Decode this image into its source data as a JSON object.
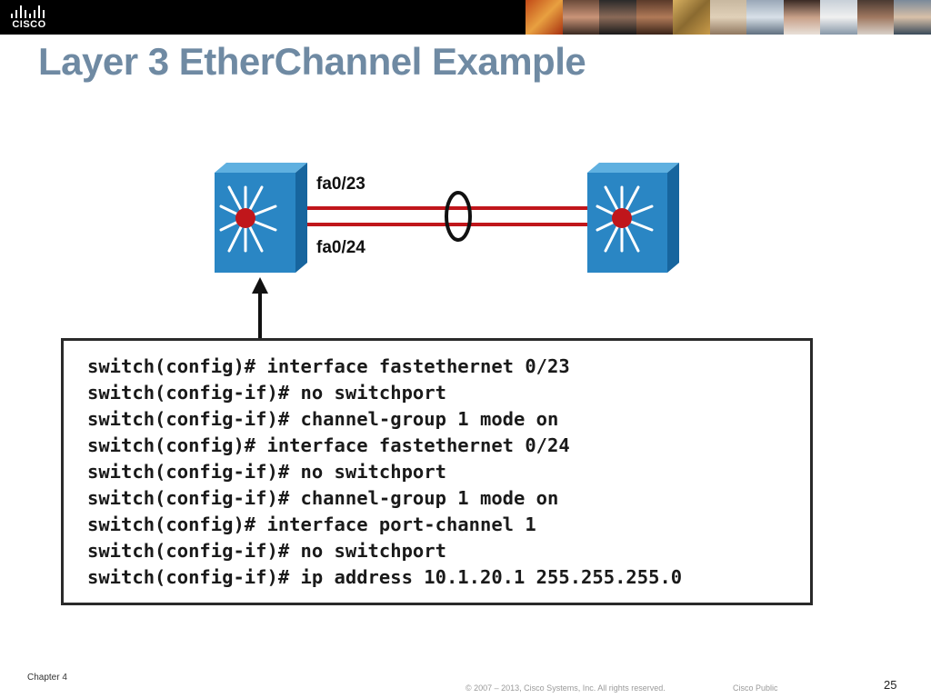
{
  "header": {
    "logo_text": "CISCO",
    "brand_colors": [
      "#000000",
      "#ffffff"
    ]
  },
  "slide": {
    "title": "Layer 3 EtherChannel Example"
  },
  "diagram": {
    "link_top_label": "fa0/23",
    "link_bottom_label": "fa0/24",
    "switch_color": "#2a86c4",
    "link_color": "#c0161b",
    "icons": [
      "multilayer-switch-icon",
      "multilayer-switch-icon",
      "etherchannel-bundle-ellipse",
      "arrow-up-icon"
    ]
  },
  "config": {
    "lines": [
      "switch(config)# interface fastethernet 0/23",
      "switch(config-if)# no switchport",
      "switch(config-if)# channel-group 1 mode on",
      "switch(config)# interface fastethernet 0/24",
      "switch(config-if)# no switchport",
      "switch(config-if)# channel-group 1 mode on",
      "switch(config)# interface port-channel 1",
      "switch(config-if)# no switchport",
      "switch(config-if)# ip address 10.1.20.1 255.255.255.0"
    ]
  },
  "footer": {
    "chapter": "Chapter 4",
    "copyright": "© 2007 – 2013, Cisco Systems, Inc. All rights reserved.",
    "classification": "Cisco Public",
    "page_number": "25"
  }
}
